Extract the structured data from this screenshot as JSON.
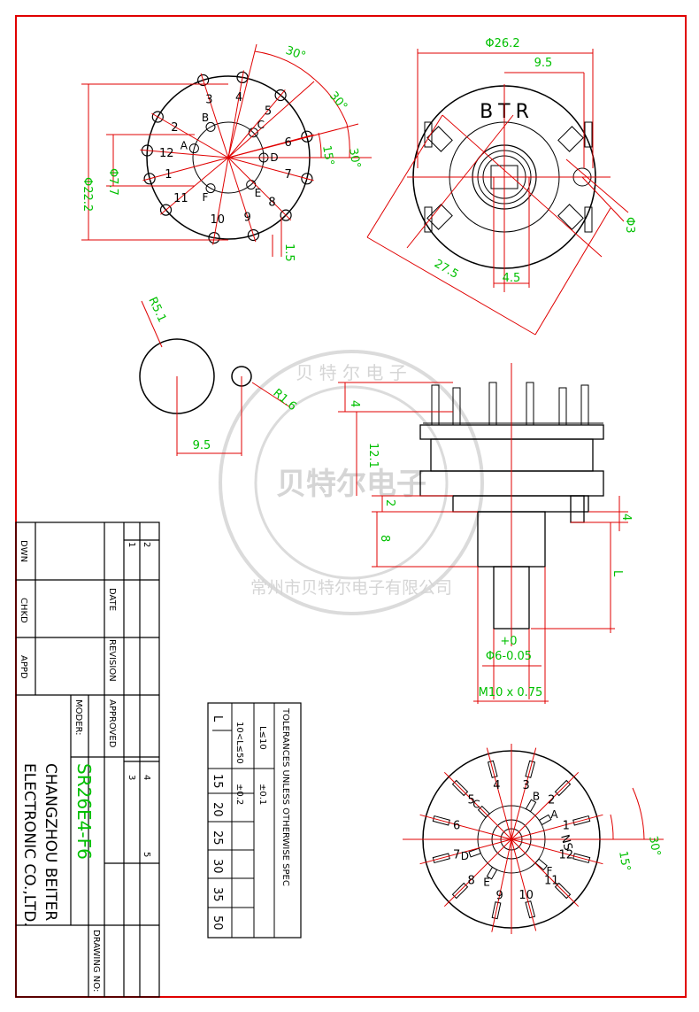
{
  "top_left_view": {
    "angle_30_a": "30°",
    "angle_30_b": "30°",
    "angle_30_c": "30°",
    "angle_15": "15°",
    "dia_22": "Φ22.2",
    "dia_7": "Φ7.7",
    "dim_1_5": "1.5",
    "pins": [
      "1",
      "2",
      "3",
      "4",
      "5",
      "6",
      "7",
      "8",
      "9",
      "10",
      "11",
      "12"
    ],
    "letters": [
      "A",
      "B",
      "C",
      "D",
      "E",
      "F"
    ]
  },
  "top_right_view": {
    "dia_26": "Φ26.2",
    "dim_9_5": "9.5",
    "brand": "BTR",
    "dia_3": "Φ3",
    "dim_27_5": "27.5",
    "dim_4_5": "4.5"
  },
  "holes_view": {
    "r5": "R5.1",
    "r1": "R1.6",
    "dim_9_5": "9.5"
  },
  "side_view": {
    "dim_4": "4",
    "dim_12_1": "12.1",
    "dim_2": "2",
    "dim_4b": "4",
    "dim_8": "8",
    "dim_L": "L",
    "tol_plus": "+0",
    "shaft_dia": "Φ6-0.05",
    "thread": "M10 x 0.75"
  },
  "bottom_view": {
    "angle_30": "30°",
    "angle_15": "15°",
    "pins": [
      "1",
      "2",
      "3",
      "4",
      "5",
      "6",
      "7",
      "8",
      "9",
      "10",
      "11",
      "12"
    ],
    "letters": [
      "A",
      "B",
      "C",
      "D",
      "E",
      "F"
    ],
    "ns": "NS"
  },
  "watermark": {
    "main": "贝特尔电子",
    "ring": "常州市贝特尔电子有限公司",
    "top": "贝 特 尔 电 子"
  },
  "tolerance_table": {
    "title": "TOLERANCES UNLESS OTHERWISE SPEC",
    "row1_cond": "L≤10",
    "row1_val": "±0.1",
    "row2_cond": "10<L≤50",
    "row2_val": "±0.2",
    "row3_head": "L",
    "row3_vals": [
      "15",
      "20",
      "25",
      "30",
      "35",
      "50"
    ]
  },
  "title_block": {
    "dwn": "DWN",
    "chkd": "CHKD",
    "appd": "APPD",
    "date": "DATE",
    "revision": "REVISION",
    "approved": "APPROVED",
    "moder": "MODER:",
    "model": "SR26E4-F6",
    "company1": "CHANGZHOU BEITER",
    "company2": "ELECTRONIC CO.,LTD.",
    "drawing_no": "DRAWING NO:",
    "rev_nums": [
      "1",
      "2",
      "3",
      "4",
      "5"
    ]
  }
}
